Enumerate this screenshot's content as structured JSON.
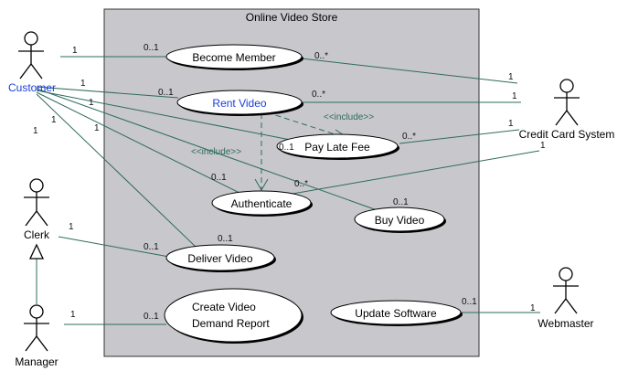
{
  "system": {
    "title": "Online Video Store"
  },
  "actors": {
    "customer": "Customer",
    "clerk": "Clerk",
    "manager": "Manager",
    "credit_card_system": "Credit Card System",
    "webmaster": "Webmaster"
  },
  "use_cases": {
    "become_member": "Become Member",
    "rent_video": "Rent Video",
    "pay_late_fee": "Pay Late Fee",
    "authenticate": "Authenticate",
    "buy_video": "Buy Video",
    "deliver_video": "Deliver Video",
    "create_report_line1": "Create Video",
    "create_report_line2": "Demand Report",
    "update_software": "Update Software"
  },
  "stereotypes": {
    "include_pay_late_fee": "<<include>>",
    "include_authenticate": "<<include>>"
  },
  "multiplicities": {
    "cust_become_member_actor": "1",
    "cust_become_member_uc": "0..1",
    "cust_rent_video_actor": "1",
    "cust_rent_video_uc": "0..1",
    "cust_pay_late_fee_actor": "1",
    "cust_pay_late_fee_uc": "0..1",
    "cust_authenticate_actor": "1",
    "cust_authenticate_uc": "0..1",
    "cust_buy_video_actor": "1",
    "cust_buy_video_uc": "0..1",
    "cust_deliver_video_actor": "1",
    "cust_deliver_video_uc": "0..1",
    "ccs_become_member_uc": "0..*",
    "ccs_become_member_actor": "1",
    "ccs_rent_video_uc": "0..*",
    "ccs_rent_video_actor": "1",
    "ccs_pay_late_fee_uc": "0..*",
    "ccs_pay_late_fee_actor": "1",
    "ccs_authenticate_uc": "0..*",
    "ccs_authenticate_actor": "1",
    "clerk_deliver_video_actor": "1",
    "clerk_deliver_video_uc": "0..1",
    "manager_report_actor": "1",
    "manager_report_uc": "0..1",
    "webmaster_update_uc": "0..1",
    "webmaster_update_actor": "1"
  },
  "colors": {
    "boundary_fill": "#c8c7cc",
    "association_line": "#2e6b5e",
    "highlight_text": "#1a3fd6"
  }
}
